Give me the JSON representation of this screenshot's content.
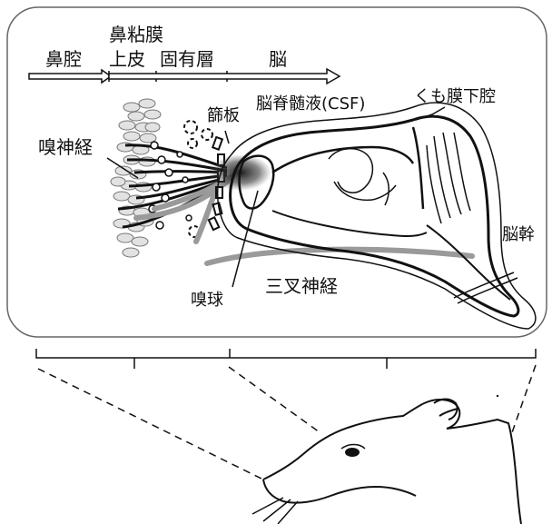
{
  "header": {
    "nasal_cavity": "鼻腔",
    "nasal_mucosa": "鼻粘膜",
    "epithelium": "上皮",
    "lamina_propria": "固有層",
    "brain": "脳"
  },
  "labels": {
    "cribriform_plate": "篩板",
    "csf": "脳脊髄液(CSF)",
    "subarachnoid_space": "くも膜下腔",
    "olfactory_nerve": "嗅神経",
    "brainstem": "脳幹",
    "trigeminal_nerve": "三叉神経",
    "olfactory_bulb": "嗅球"
  },
  "colors": {
    "line": "#111111",
    "nerve_gray": "#9a9a9a",
    "cells_fill": "#e2e2e2"
  }
}
